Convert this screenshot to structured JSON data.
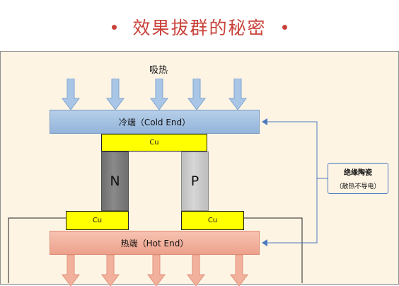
{
  "header": {
    "title": "效果拔群的秘密"
  },
  "diagram": {
    "absorb_heat_label": "吸热",
    "cold_end_label": "冷端（Cold End）",
    "hot_end_label": "热端（Hot End）",
    "copper_label": "Cu",
    "n_type_label": "N",
    "p_type_label": "P",
    "insulating_ceramic": {
      "title": "绝缘陶瓷",
      "subtitle": "（散热不导电）"
    },
    "colors": {
      "title_red": "#c9423a",
      "cold_blue": "#9dbce0",
      "hot_salmon": "#f0ab95",
      "copper_yellow": "#ffff00",
      "n_gray": "#7a7a7a",
      "p_gray": "#cccccc",
      "connector_blue": "#4d7ac0"
    }
  }
}
